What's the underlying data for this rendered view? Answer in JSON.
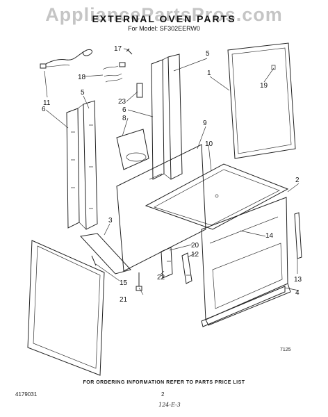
{
  "watermark": "AppliancePartsPros.com",
  "title": "EXTERNAL OVEN PARTS",
  "subtitle": "For Model: SF302EERW0",
  "callouts": [
    "1",
    "2",
    "3",
    "4",
    "5",
    "5",
    "6",
    "6",
    "8",
    "9",
    "10",
    "11",
    "12",
    "13",
    "14",
    "15",
    "17",
    "18",
    "19",
    "20",
    "21",
    "22",
    "23"
  ],
  "code": "7125",
  "footer": "FOR ORDERING INFORMATION REFER TO PARTS PRICE LIST",
  "part_number": "4179031",
  "page_number": "2",
  "handwritten_note": "124-E-3"
}
